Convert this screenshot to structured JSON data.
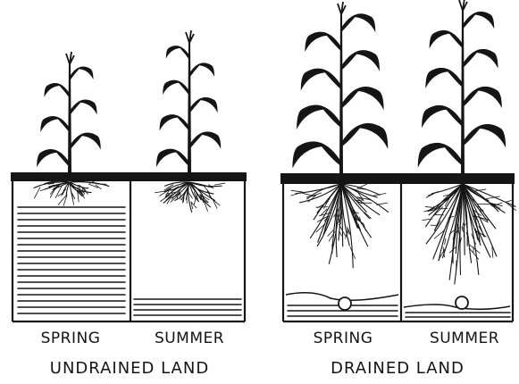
{
  "panels": [
    {
      "label": "SPRING",
      "section": "undrained",
      "season": "spring"
    },
    {
      "label": "SUMMER",
      "section": "undrained",
      "season": "summer"
    },
    {
      "label": "SPRING",
      "section": "drained",
      "season": "spring"
    },
    {
      "label": "SUMMER",
      "section": "drained",
      "season": "summer"
    }
  ],
  "groups": [
    {
      "label": "UNDRAINED LAND"
    },
    {
      "label": "DRAINED LAND"
    }
  ],
  "colors": {
    "ink": "#151515",
    "paper": "#ffffff"
  }
}
